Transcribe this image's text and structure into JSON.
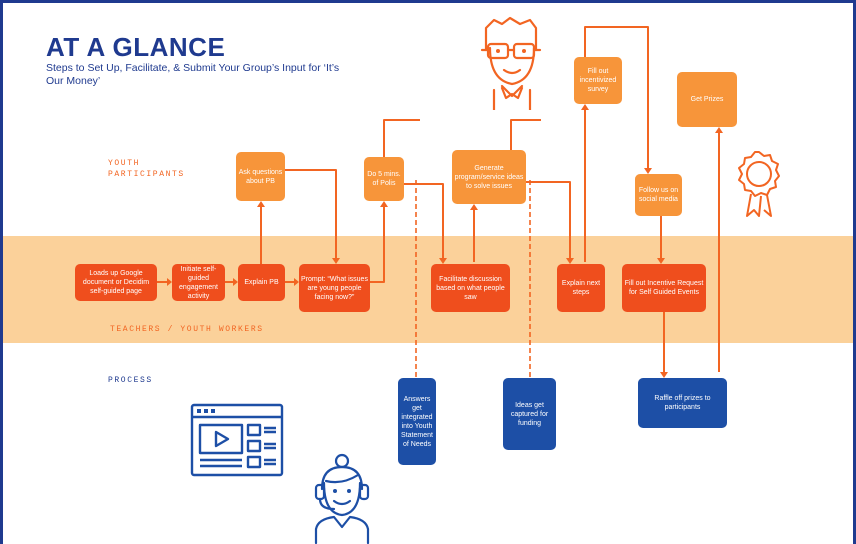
{
  "header": {
    "title": "AT A GLANCE",
    "subtitle": "Steps to Set Up, Facilitate, & Submit Your Group’s Input for ‘It’s Our Money’"
  },
  "lanes": {
    "youth": "YOUTH PARTICIPANTS",
    "teachers": "TEACHERS / YOUTH WORKERS",
    "process": "PROCESS"
  },
  "nodes": {
    "loads_up": "Loads up Google document or Decidim self-guided page",
    "initiate": "Initiate self-guided engagement activity",
    "explain_pb": "Explain PB",
    "ask_questions": "Ask questions about PB",
    "prompt": "Prompt: “What issues are young people facing now?”",
    "polis": "Do 5 mins. of Polis",
    "facilitate": "Facilitate discussion based on what people saw",
    "generate": "Generate program/service ideas to solve issues",
    "answers": "Answers get integrated into Youth Statement of Needs",
    "ideas": "Ideas get captured for funding",
    "explain_next": "Explain next steps",
    "survey": "Fill out incentivized survey",
    "follow": "Follow us on social media",
    "incentive": "Fill out Incentive Request for Self Guided Events",
    "raffle": "Raffle off prizes to participants",
    "prizes": "Get Prizes"
  },
  "icons": [
    "student-with-glasses-icon",
    "award-ribbon-icon",
    "video-browser-icon",
    "teacher-with-headset-icon"
  ],
  "colors": {
    "brand_blue": "#1f3a8f",
    "orange_light": "#f7953a",
    "orange_red": "#ef4e1d",
    "process_blue": "#1d4fa6",
    "band": "#fbd19a",
    "line": "#f26522"
  }
}
